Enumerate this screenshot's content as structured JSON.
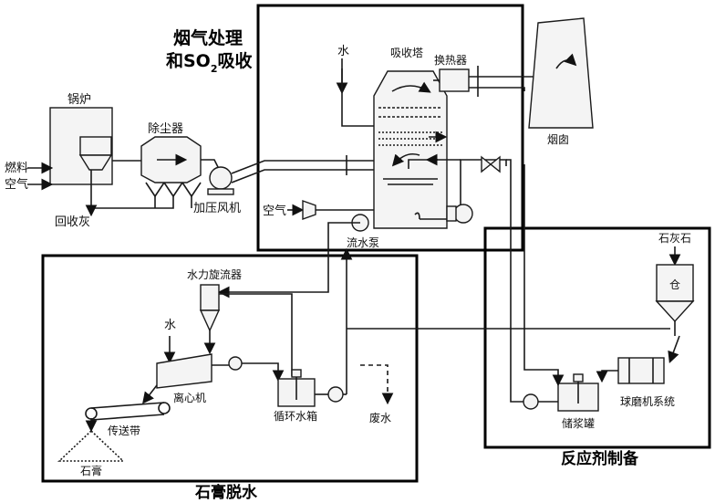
{
  "sections": {
    "flue_gas": {
      "line1": "烟气处理",
      "line2_prefix": "和SO",
      "line2_sub": "2",
      "line2_suffix": "吸收"
    },
    "gypsum": "石膏脱水",
    "reagent": "反应剂制备"
  },
  "labels": {
    "boiler": "锅炉",
    "fuel": "燃料",
    "air_left": "空气",
    "ash": "回收灰",
    "dust_collector": "除尘器",
    "booster_fan": "加压风机",
    "water_top": "水",
    "absorber": "吸收塔",
    "heat_exchanger": "换热器",
    "chimney": "烟囱",
    "air_mid": "空气",
    "pump": "流水泵",
    "hydrocyclone": "水力旋流器",
    "water_gypsum": "水",
    "centrifuge": "离心机",
    "conveyor": "传送带",
    "gypsum_product": "石膏",
    "circ_tank": "循环水箱",
    "waste_water": "废水",
    "limestone": "石灰石",
    "silo": "仓",
    "ball_mill": "球磨机系统",
    "slurry_tank": "储浆罐"
  }
}
